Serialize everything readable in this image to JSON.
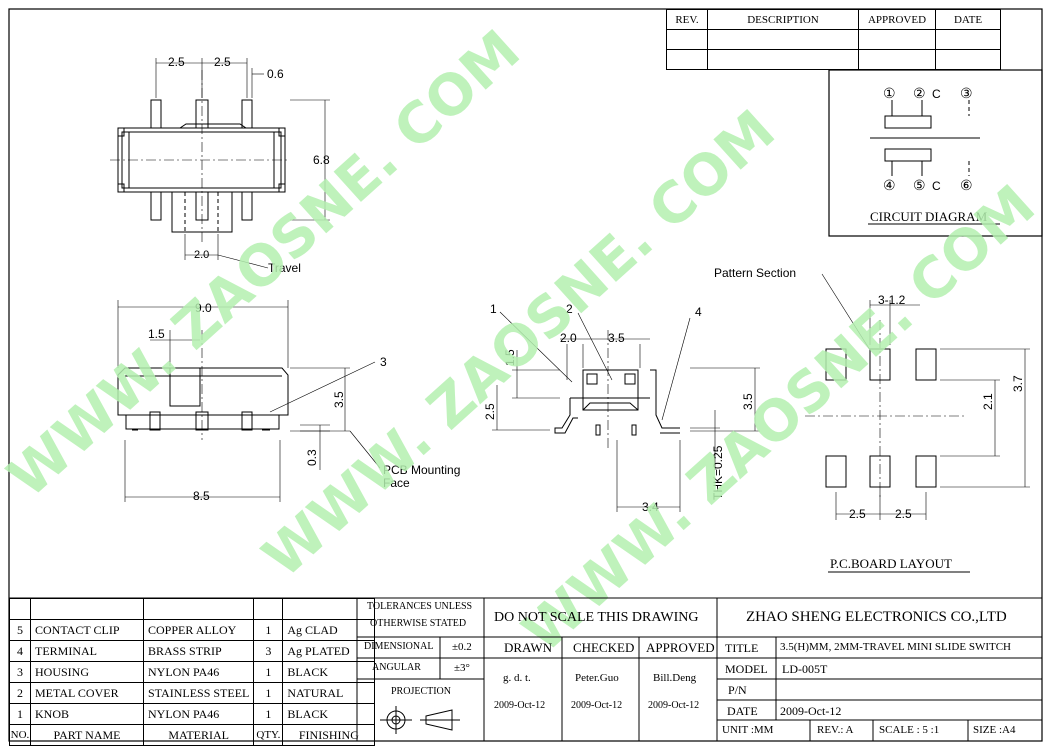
{
  "revision_table": {
    "headers": [
      "REV.",
      "DESCRIPTION",
      "APPROVED",
      "DATE"
    ]
  },
  "circuit": {
    "pins_top": [
      "①",
      "②",
      "③"
    ],
    "pins_bottom": [
      "④",
      "⑤",
      "⑥"
    ],
    "common_mark": "C",
    "title": "CIRCUIT DIAGRAM"
  },
  "top_view": {
    "dim_pitch_1": "2.5",
    "dim_pitch_2": "2.5",
    "dim_pin_width": "0.6",
    "dim_height": "6.8",
    "dim_travel": "2.0",
    "travel_label": "Travel"
  },
  "front_view": {
    "dim_length": "9.0",
    "dim_knob": "1.5",
    "dim_base": "8.5",
    "dim_height": "3.5",
    "dim_standoff": "0.3",
    "callout_3": "3",
    "pcb_face_line1": "PCB Mounting",
    "pcb_face_line2": "Face"
  },
  "side_view": {
    "callout_1": "1",
    "callout_2": "2",
    "callout_4": "4",
    "dim_2_0": "2.0",
    "dim_3_5_top": "3.5",
    "dim_1_5": "1.5",
    "dim_2_5": "2.5",
    "dim_3_5_right": "3.5",
    "dim_thk": "THK=0.25",
    "dim_3_4": "3.4"
  },
  "pcb_layout": {
    "pattern_section": "Pattern Section",
    "dim_pads": "3-1.2",
    "dim_2_1": "2.1",
    "dim_3_7": "3.7",
    "dim_pitch_1": "2.5",
    "dim_pitch_2": "2.5",
    "title": "P.C.BOARD LAYOUT"
  },
  "watermarks": [
    "WWW. ZAOSNE. COM",
    "WWW. ZAOSNE. COM",
    "WWW. ZAOSNE. COM"
  ],
  "bom": {
    "rows": [
      {
        "no": "5",
        "part": "CONTACT CLIP",
        "material": "COPPER ALLOY",
        "qty": "1",
        "finish": "Ag CLAD"
      },
      {
        "no": "4",
        "part": "TERMINAL",
        "material": "BRASS STRIP",
        "qty": "3",
        "finish": "Ag PLATED"
      },
      {
        "no": "3",
        "part": "HOUSING",
        "material": "NYLON PA46",
        "qty": "1",
        "finish": "BLACK"
      },
      {
        "no": "2",
        "part": "METAL COVER",
        "material": "STAINLESS STEEL",
        "qty": "1",
        "finish": "NATURAL"
      },
      {
        "no": "1",
        "part": "KNOB",
        "material": "NYLON PA46",
        "qty": "1",
        "finish": "BLACK"
      }
    ],
    "header": {
      "no": "NO.",
      "part": "PART NAME",
      "material": "MATERIAL",
      "qty": "QTY.",
      "finish": "FINISHING"
    }
  },
  "tolerances": {
    "title_line1": "TOLERANCES UNLESS",
    "title_line2": "OTHERWISE STATED",
    "dimensional_label": "DIMENSIONAL",
    "dimensional_value": "±0.2",
    "angular_label": "ANGULAR",
    "angular_value": "±3°",
    "projection_label": "PROJECTION"
  },
  "signoff": {
    "notice": "DO NOT SCALE THIS DRAWING",
    "drawn_label": "DRAWN",
    "checked_label": "CHECKED",
    "approved_label": "APPROVED",
    "drawn_by": "g. d. t.",
    "checked_by": "Peter.Guo",
    "approved_by": "Bill.Deng",
    "drawn_date": "2009-Oct-12",
    "checked_date": "2009-Oct-12",
    "approved_date": "2009-Oct-12"
  },
  "title_block": {
    "company": "ZHAO SHENG ELECTRONICS CO.,LTD",
    "title_label": "TITLE",
    "title_value": "3.5(H)MM, 2MM-TRAVEL MINI SLIDE SWITCH",
    "model_label": "MODEL",
    "model_value": "LD-005T",
    "pn_label": "P/N",
    "pn_value": "",
    "date_label": "DATE",
    "date_value": "2009-Oct-12",
    "unit": "UNIT :MM",
    "rev": "REV.: A",
    "scale": "SCALE : 5 :1",
    "size": "SIZE :A4"
  }
}
